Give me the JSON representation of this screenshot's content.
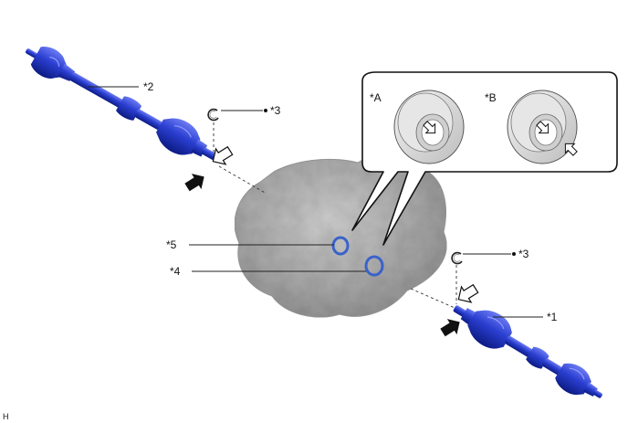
{
  "labels": {
    "part1": "*1",
    "part2": "*2",
    "part3_upper": "*3",
    "part3_lower": "*3",
    "part4": "*4",
    "part5": "*5",
    "inset_a": "*A",
    "inset_b": "*B",
    "corner_mark": "H"
  },
  "colors": {
    "shaft_dark": "#0d1f8c",
    "shaft_mid": "#2236c8",
    "shaft_light": "#5a6cf0",
    "housing": "#a9a9a9",
    "oring": "#3a62c9"
  },
  "icons": {
    "install_arrow_filled": "arrow-filled",
    "install_arrow_outline": "arrow-outline"
  }
}
